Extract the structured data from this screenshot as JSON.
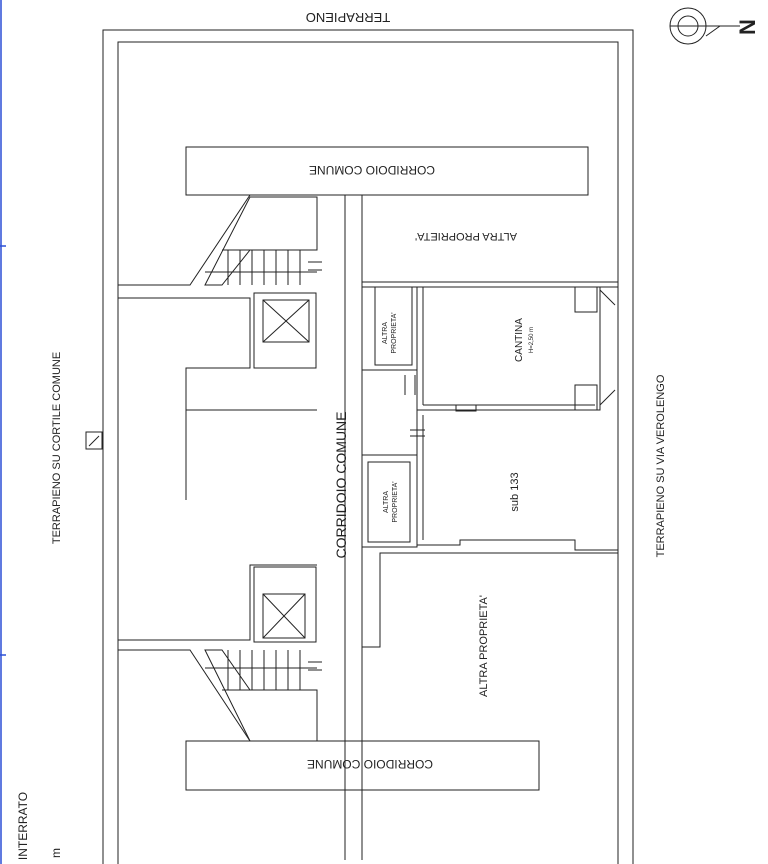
{
  "labels": {
    "top": "TERRAPIENO",
    "left": "TERRAPIENO SU CORTILE COMUNE",
    "right": "TERRAPIENO SU VIA VEROLENGO",
    "corridor_top": "CORRIDOIO COMUNE",
    "corridor_bottom": "CORRIDOIO COMUNE",
    "corridor_center": "CORRIDOIO COMUNE",
    "altra_top_right": "ALTRA PROPRIETA'",
    "altra_small_1a": "ALTRA",
    "altra_small_1b": "PROPRIETA'",
    "altra_small_2a": "ALTRA",
    "altra_small_2b": "PROPRIETA'",
    "cantina": "CANTINA",
    "cantina_h": "H=2,50 m",
    "sub": "sub 133",
    "altra_large": "ALTRA PROPRIETA'",
    "legend_interrato": "INTERRATO",
    "legend_m": "m",
    "north": "N"
  },
  "colors": {
    "line": "#222222",
    "margin_accent": "#2b4fd6"
  }
}
